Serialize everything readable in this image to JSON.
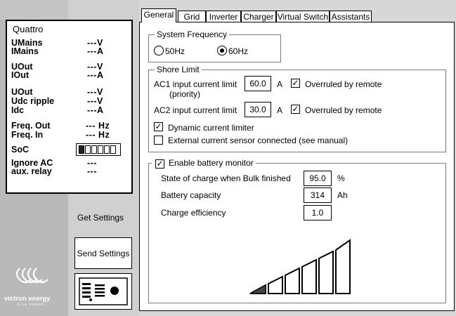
{
  "status": {
    "device_name": "Quattro",
    "rows": [
      {
        "label": "UMains",
        "value": "---V"
      },
      {
        "label": "IMains",
        "value": "---A"
      },
      {
        "label": "UOut",
        "value": "---V"
      },
      {
        "label": "IOut",
        "value": "---A"
      },
      {
        "label": "UOut",
        "value": "---V"
      },
      {
        "label": "Udc ripple",
        "value": "---V"
      },
      {
        "label": "Idc",
        "value": "---A"
      },
      {
        "label": "Freq. Out",
        "value": "--- Hz"
      },
      {
        "label": "Freq. In",
        "value": "--- Hz"
      },
      {
        "label": "SoC",
        "value": ""
      },
      {
        "label": "Ignore AC",
        "value": "---"
      },
      {
        "label": "aux. relay",
        "value": "---"
      }
    ],
    "soc_segments_filled": 1,
    "soc_segments_total": 6
  },
  "left": {
    "get_settings": "Get Settings",
    "send_settings": "Send Settings",
    "logo_text": "victron energy",
    "logo_sub": "BLUE POWER"
  },
  "tabs": [
    "General",
    "Grid",
    "Inverter",
    "Charger",
    "Virtual Switch",
    "Assistants"
  ],
  "active_tab": "General",
  "system_frequency": {
    "legend": "System Frequency",
    "options": [
      "50Hz",
      "60Hz"
    ],
    "selected": "60Hz"
  },
  "shore_limit": {
    "legend": "Shore Limit",
    "ac1_label": "AC1 input current limit",
    "ac1_sub": "(priority)",
    "ac1_value": "60.0",
    "ac1_unit": "A",
    "ac1_overruled": true,
    "ac2_label": "AC2 input current limit",
    "ac2_value": "30.0",
    "ac2_unit": "A",
    "ac2_overruled": true,
    "overruled_label": "Overruled by remote",
    "dynamic_label": "Dynamic current limiter",
    "dynamic_checked": true,
    "external_label": "External current sensor connected (see manual)",
    "external_checked": false
  },
  "battery": {
    "legend": "Enable battery monitor",
    "enabled": true,
    "soc_bulk_label": "State of charge when Bulk finished",
    "soc_bulk_value": "95.0",
    "soc_bulk_unit": "%",
    "capacity_label": "Battery capacity",
    "capacity_value": "314",
    "capacity_unit": "Ah",
    "efficiency_label": "Charge efficiency",
    "efficiency_value": "1.0"
  },
  "check_glyph": "✓"
}
